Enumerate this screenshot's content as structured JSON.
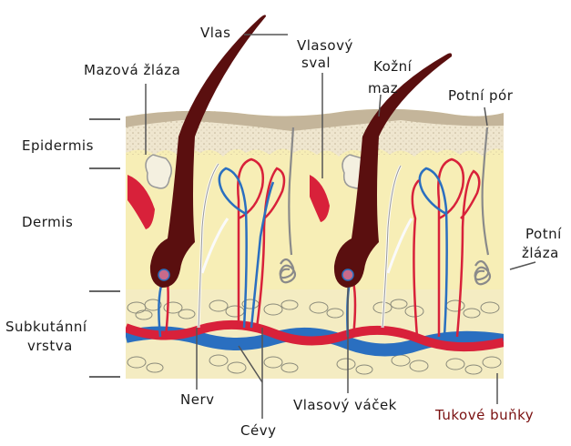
{
  "labels": {
    "vlas": "Vlas",
    "mazova_zlaza": "Mazová žláza",
    "vlasovy_sval_1": "Vlasový",
    "vlasovy_sval_2": "sval",
    "kozni_maz_1": "Kožní",
    "kozni_maz_2": "maz",
    "potni_por": "Potní pór",
    "epidermis": "Epidermis",
    "dermis": "Dermis",
    "potni_zlaza_1": "Potní",
    "potni_zlaza_2": "žláza",
    "subkutanni_1": "Subkutánní",
    "subkutanni_2": "vrstva",
    "nerv": "Nerv",
    "vlasovy_vacek": "Vlasový váček",
    "tukove_bunky": "Tukové buňky",
    "cevy": "Cévy"
  },
  "colors": {
    "dermis": "#f7eeb6",
    "epidermis_top": "#c4b59a",
    "epidermis_body": "#efe6cf",
    "hair": "#5a0f0f",
    "artery": "#d8213a",
    "vein": "#2a6fc0",
    "nerve": "#f2f2f2",
    "gland": "#9a9a9a",
    "fat_label": "#7a1010"
  }
}
